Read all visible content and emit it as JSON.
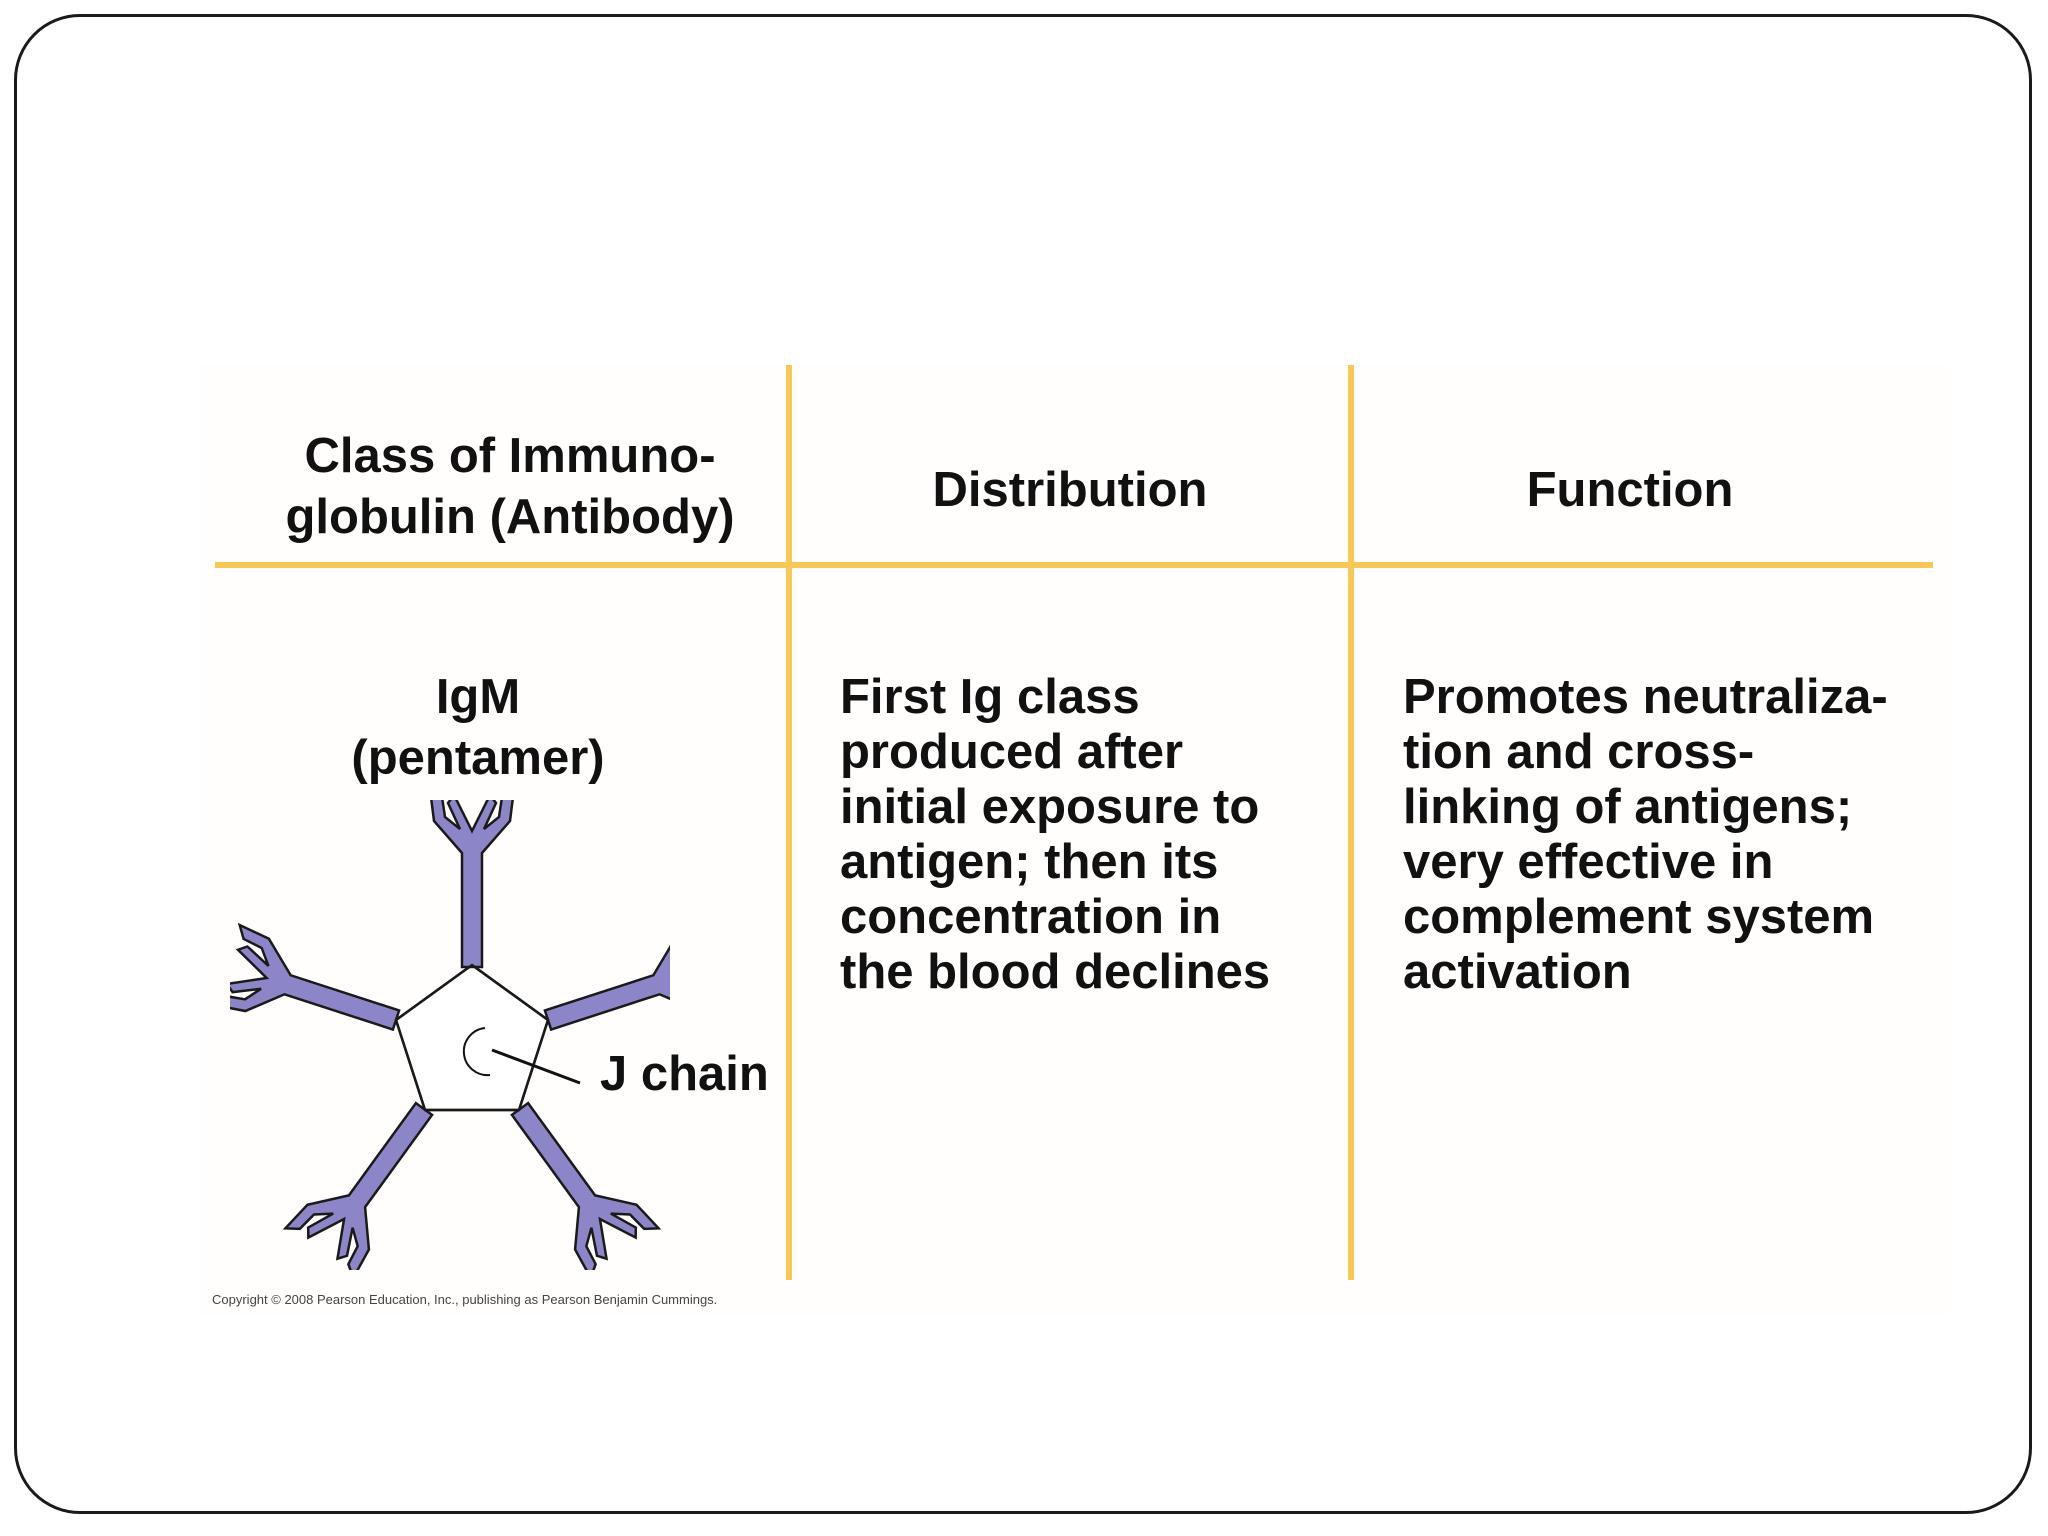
{
  "colors": {
    "divider": "#f6c858",
    "antibody_fill": "#8c86c8",
    "text": "#111111"
  },
  "table": {
    "headers": {
      "class": "Class of Immuno-\nglobulin (Antibody)",
      "distribution": "Distribution",
      "function": "Function"
    },
    "row": {
      "class_name": "IgM\n(pentamer)",
      "distribution": "First Ig class\nproduced after\ninitial exposure to\nantigen; then its\nconcentration in\nthe blood declines",
      "function": "Promotes neutraliza-\ntion and cross-\nlinking of antigens;\nvery effective in\ncomplement system\nactivation"
    }
  },
  "diagram": {
    "label": "J chain",
    "icon": "igm-pentamer-icon"
  },
  "copyright": "Copyright © 2008 Pearson Education, Inc., publishing as Pearson Benjamin Cummings."
}
